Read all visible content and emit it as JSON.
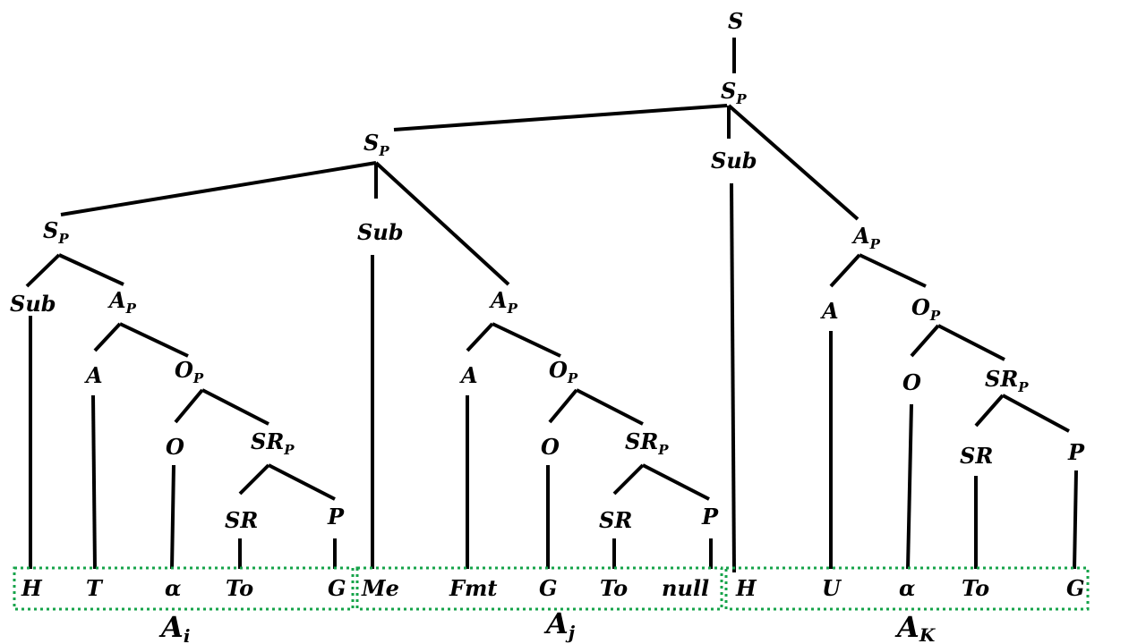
{
  "colors": {
    "lines": "#000000",
    "group_box": "#16a34a"
  },
  "nodes": {
    "root": "S",
    "sp1": {
      "main": "S",
      "sub": "P"
    },
    "sp2": {
      "main": "S",
      "sub": "P"
    },
    "sub_top": "Sub",
    "sp3": {
      "main": "S",
      "sub": "P"
    },
    "sub_mid": "Sub",
    "ap_mid": {
      "main": "A",
      "sub": "P"
    },
    "ap_right": {
      "main": "A",
      "sub": "P"
    },
    "sub_left": "Sub",
    "ap_left": {
      "main": "A",
      "sub": "P"
    },
    "a_left": "A",
    "op_left": {
      "main": "O",
      "sub": "P"
    },
    "o_left": "O",
    "srp_left": {
      "main": "SR",
      "sub": "P"
    },
    "sr_left": "SR",
    "p_left": "P",
    "a_mid": "A",
    "op_mid": {
      "main": "O",
      "sub": "P"
    },
    "o_mid": "O",
    "srp_mid": {
      "main": "SR",
      "sub": "P"
    },
    "sr_mid": "SR",
    "p_mid": "P",
    "a_right": "A",
    "op_right": {
      "main": "O",
      "sub": "P"
    },
    "o_right": "O",
    "srp_right": {
      "main": "SR",
      "sub": "P"
    },
    "sr_right": "SR",
    "p_right": "P"
  },
  "leaves": [
    "H",
    "T",
    "α",
    "To",
    "G",
    "Me",
    "Fmt",
    "G",
    "To",
    "null",
    "H",
    "U",
    "α",
    "To",
    "G"
  ],
  "groups": [
    {
      "main": "A",
      "sub": "i"
    },
    {
      "main": "A",
      "sub": "j"
    },
    {
      "main": "A",
      "sub": "K"
    }
  ]
}
